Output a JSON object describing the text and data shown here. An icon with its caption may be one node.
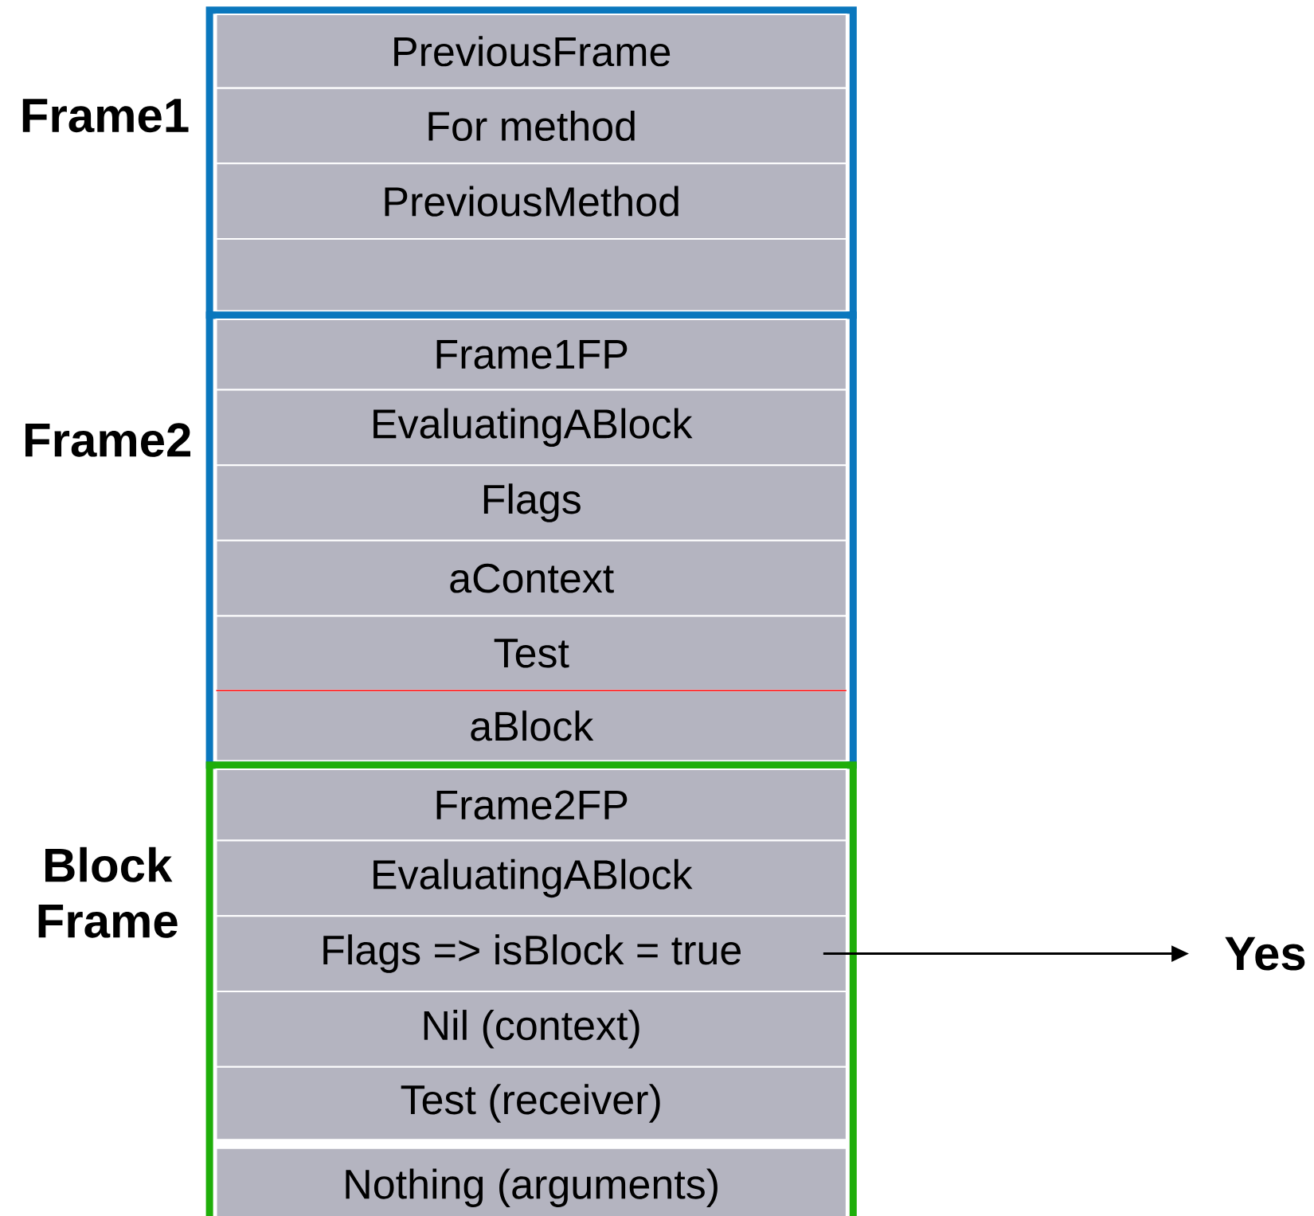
{
  "diagram": {
    "nodes": [
      {
        "text": [
          "Frame1"
        ]
      },
      {
        "text": [
          "PreviousFrame"
        ],
        "in": 0
      },
      {
        "text": [
          "For method"
        ],
        "in": 0
      },
      {
        "text": [
          "PreviousMethod"
        ],
        "in": 0
      },
      {
        "text": [],
        "shape": "box",
        "in": 0
      },
      {
        "text": [
          "Frame2"
        ]
      },
      {
        "text": [
          "Frame1FP"
        ],
        "in": 5
      },
      {
        "text": [
          "EvaluatingABlock"
        ],
        "in": 5
      },
      {
        "text": [
          "Flags"
        ],
        "in": 5
      },
      {
        "text": [
          "aContext"
        ],
        "in": 5
      },
      {
        "text": [
          "Test"
        ],
        "in": 5
      },
      {
        "text": [
          "aBlock"
        ],
        "in": 5
      },
      {
        "text": [
          "Block Frame"
        ]
      },
      {
        "text": [
          "Frame2FP"
        ],
        "in": 12
      },
      {
        "text": [
          "EvaluatingABlock"
        ],
        "in": 12
      },
      {
        "text": [
          "Flags => isBlock = true"
        ],
        "in": 12
      },
      {
        "text": [
          "Nil (context)"
        ],
        "in": 12
      },
      {
        "text": [
          "Test (receiver)"
        ],
        "in": 12
      },
      {
        "text": [
          "Nothing (arguments)"
        ],
        "in": 12
      },
      {
        "text": [
          "Yes"
        ]
      }
    ],
    "edges": [
      {
        "from": 15,
        "to": 19,
        "arrow": "to"
      }
    ]
  }
}
